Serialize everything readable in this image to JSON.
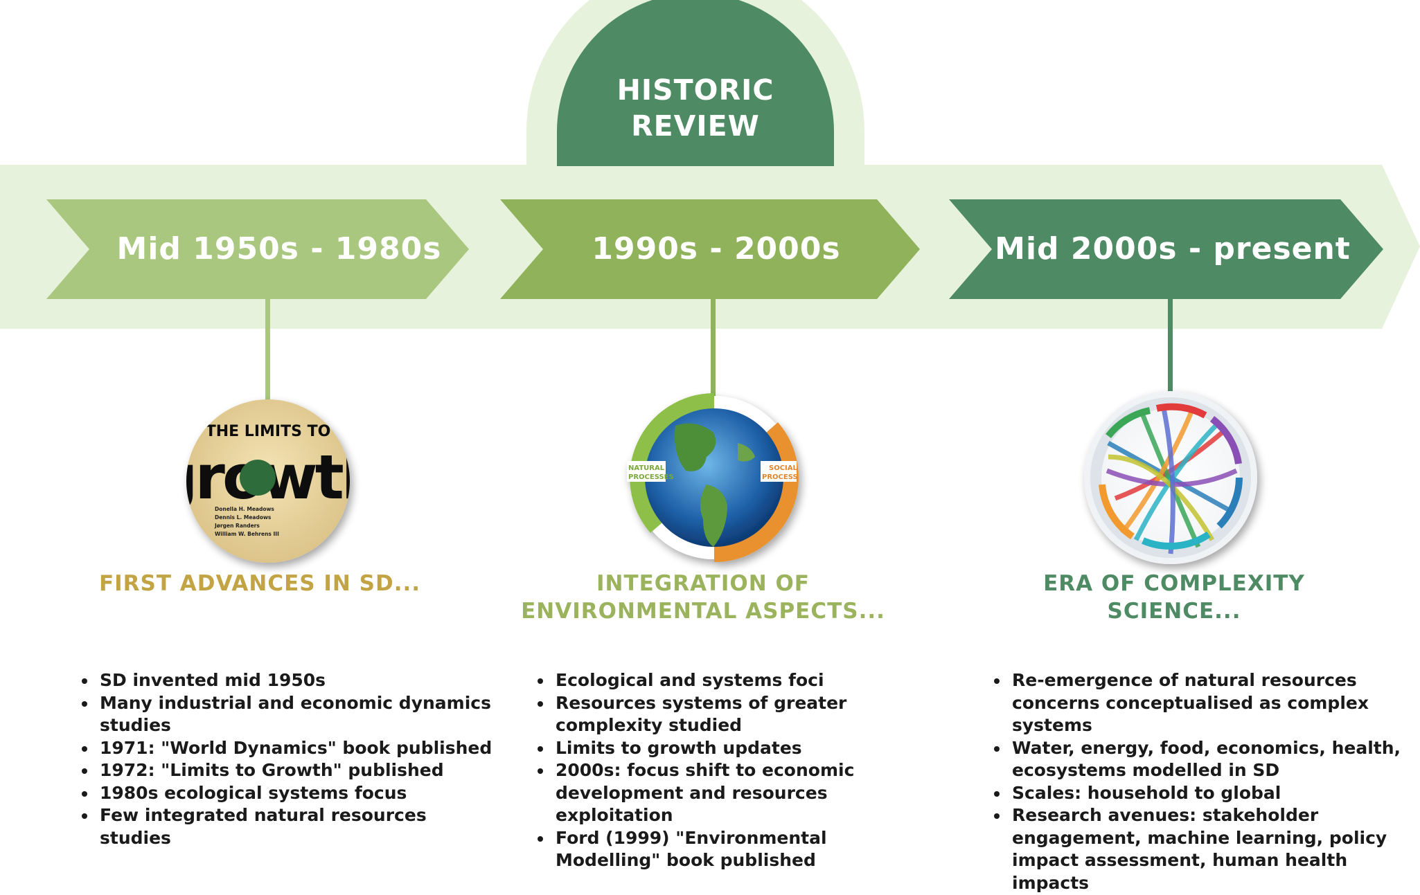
{
  "banner": {
    "title_line1": "HISTORIC",
    "title_line2": "REVIEW",
    "color": "#4e8a63",
    "ring_color": "#e6f2db"
  },
  "band_color": "#e6f2db",
  "phases": [
    {
      "period": "Mid 1950s - 1980s",
      "color": "#a9c77e",
      "title_line1": "FIRST ADVANCES IN SD...",
      "title_line2": "",
      "title_color": "#c3a445",
      "image": {
        "kind": "book-cover",
        "text_top": "THE LIMITS TO",
        "text_main": "growth",
        "authors": [
          "Donella H. Meadows",
          "Dennis L. Meadows",
          "Jørgen Randers",
          "William W. Behrens III"
        ]
      },
      "bullets": [
        "SD invented mid 1950s",
        "Many industrial and economic dynamics studies",
        "1971: \"World Dynamics\" book published",
        "1972: \"Limits to Growth\" published",
        "1980s ecological systems focus",
        "Few integrated natural resources studies"
      ]
    },
    {
      "period": "1990s - 2000s",
      "color": "#8fb25a",
      "title_line1": "INTEGRATION OF",
      "title_line2": "ENVIRONMENTAL ASPECTS...",
      "title_color": "#9bb35c",
      "image": {
        "kind": "globe",
        "label_left_1": "NATURAL",
        "label_left_2": "PROCESSES",
        "label_right_1": "SOCIAL",
        "label_right_2": "PROCESS"
      },
      "bullets": [
        "Ecological and systems foci",
        "Resources systems of greater complexity studied",
        "Limits to growth updates",
        "2000s: focus shift to economic development and resources exploitation",
        "Ford (1999) \"Environmental Modelling\" book published"
      ]
    },
    {
      "period": "Mid 2000s - present",
      "color": "#4e8a63",
      "title_line1": "ERA OF COMPLEXITY",
      "title_line2": "SCIENCE...",
      "title_color": "#4e8a63",
      "image": {
        "kind": "chord-diagram"
      },
      "bullets": [
        "Re-emergence of natural resources concerns conceptualised as complex systems",
        "Water, energy, food, economics, health, ecosystems modelled in SD",
        "Scales: household to global",
        "Research avenues: stakeholder engagement, machine learning, policy impact assessment, human health impacts"
      ]
    }
  ]
}
